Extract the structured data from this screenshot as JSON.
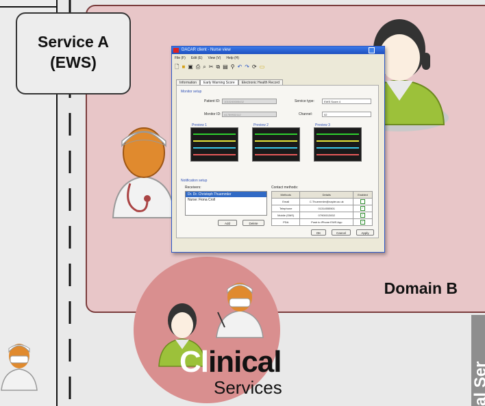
{
  "service_a": {
    "line1": "Service A",
    "line2": "(EWS)"
  },
  "domain_b": {
    "label": "Domain B"
  },
  "clinical": {
    "first_letters": "Cl",
    "rest": "inical",
    "services": "Services"
  },
  "right_band": {
    "text": "al Ser"
  },
  "window": {
    "title": "DACAR client - Nurse view",
    "menu": [
      "File (F)",
      "Edit (E)",
      "View (V)",
      "Help (H)"
    ],
    "tabs": [
      "Information",
      "Early Warning Score",
      "Electronic Health Record"
    ],
    "active_tab": 1,
    "monitor_setup": {
      "group_label": "Monitor setup",
      "patient_id_label": "Patient ID:",
      "patient_id_value": "1010245005432",
      "monitor_id_label": "Monitor ID:",
      "monitor_id_value": "A1789932112",
      "service_type_label": "Service type:",
      "service_type_value": "EWS Score 4",
      "channel_label": "Channel:",
      "channel_value": "02"
    },
    "previews": [
      "Preview 1",
      "Preview 2",
      "Preview 3"
    ],
    "notification": {
      "group_label": "Notification setup",
      "receivers_label": "Receivers:",
      "receivers": [
        "Dr. Dr. Christoph Thuemmler",
        "Nurse: Fiona Croll"
      ],
      "add_label": "Add",
      "delete_label": "Delete",
      "contact_methods_label": "Contact methods:",
      "columns": [
        "Methods",
        "Details",
        "Enabled"
      ],
      "rows": [
        {
          "method": "Email",
          "details": "C.Thuemmler@napier.ac.uk",
          "enabled": false
        },
        {
          "method": "Telephone",
          "details": "01314555501",
          "enabled": true
        },
        {
          "method": "Mobile (SMS)",
          "details": "07900013002",
          "enabled": true
        },
        {
          "method": "PDA",
          "details": "Push to iPhone EWS App",
          "enabled": true
        }
      ]
    },
    "buttons": {
      "ok": "OK",
      "cancel": "Cancel",
      "apply": "Apply"
    }
  },
  "colors": {
    "domain_b_fill": "#e8c6c8",
    "clinical_circle": "#d98f8f",
    "nurse_green": "#9cc13a",
    "doctor_orange": "#e08a2e"
  }
}
